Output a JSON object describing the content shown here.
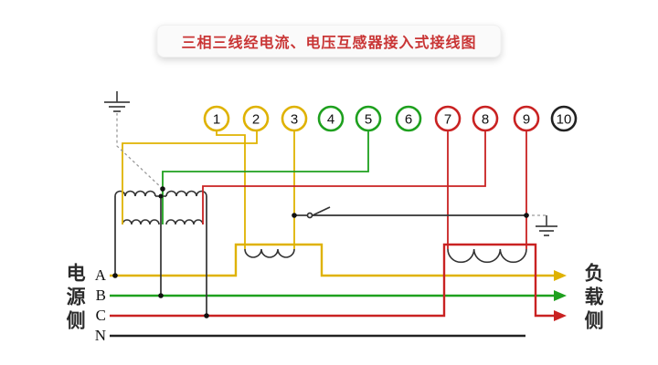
{
  "title": "三相三线经电流、电压互感器接入式接线图",
  "terminals": [
    {
      "label": "1",
      "color": "#dfb200"
    },
    {
      "label": "2",
      "color": "#dfb200"
    },
    {
      "label": "3",
      "color": "#dfb200"
    },
    {
      "label": "4",
      "color": "#1ea01e"
    },
    {
      "label": "5",
      "color": "#1ea01e"
    },
    {
      "label": "6",
      "color": "#1ea01e"
    },
    {
      "label": "7",
      "color": "#c92222"
    },
    {
      "label": "8",
      "color": "#c92222"
    },
    {
      "label": "9",
      "color": "#c92222"
    },
    {
      "label": "10",
      "color": "#222222"
    }
  ],
  "side_labels": {
    "left": "电源侧",
    "right": "负载侧"
  },
  "phases": [
    {
      "label": "A",
      "color": "#dfb200"
    },
    {
      "label": "B",
      "color": "#1ea01e"
    },
    {
      "label": "C",
      "color": "#c92222"
    },
    {
      "label": "N",
      "color": "#222222"
    }
  ],
  "icons": {
    "ground_left": "earth-ground",
    "ground_right": "earth-ground",
    "switch": "grounding-link-switch"
  }
}
